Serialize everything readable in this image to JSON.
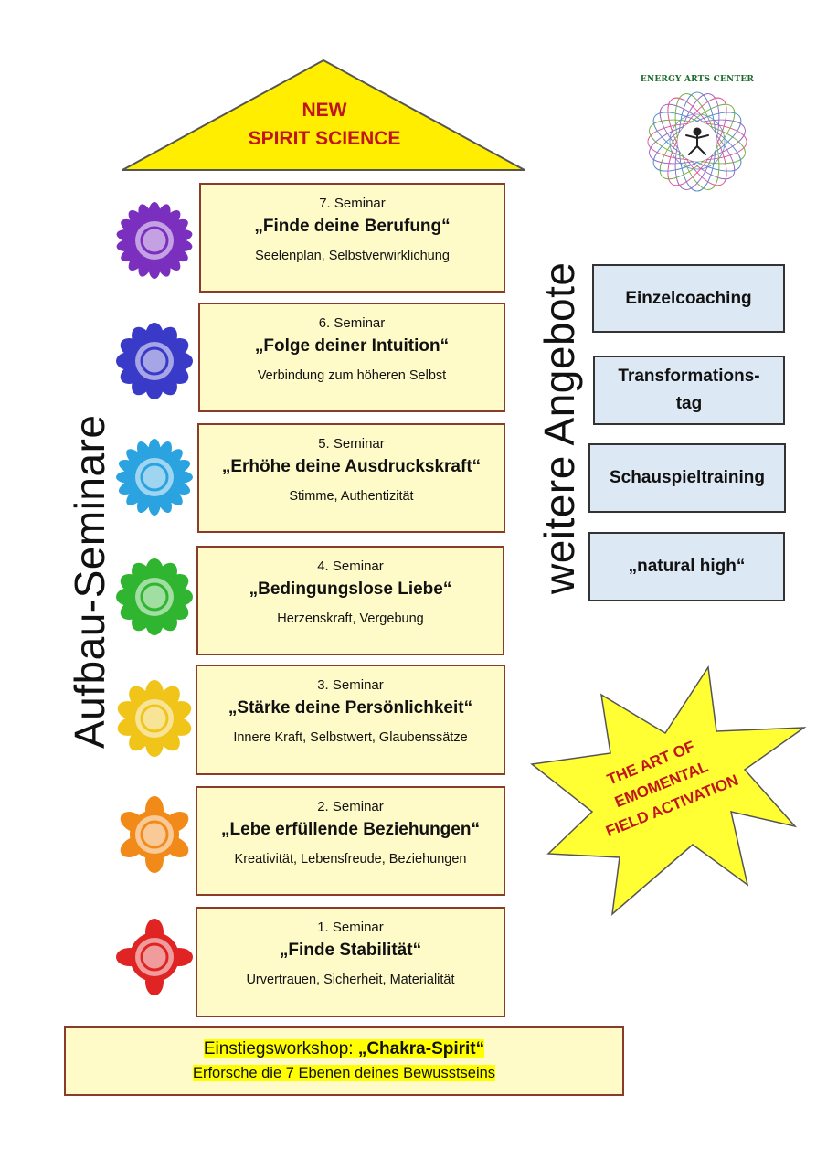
{
  "roof": {
    "line1": "NEW",
    "line2": "SPIRIT SCIENCE"
  },
  "logo": {
    "title": "ENERGY ARTS CENTER"
  },
  "left_label": "Aufbau-Seminare",
  "right_label": "weitere Angebote",
  "seminars": [
    {
      "num": "7. Seminar",
      "title": "„Finde deine Berufung“",
      "sub": "Seelenplan, Selbstverwirklichung",
      "color": "#7b2fbe"
    },
    {
      "num": "6. Seminar",
      "title": "„Folge deiner Intuition“",
      "sub": "Verbindung zum höheren Selbst",
      "color": "#3a3ac9"
    },
    {
      "num": "5. Seminar",
      "title": "„Erhöhe deine Ausdruckskraft“",
      "sub": "Stimme, Authentizität",
      "color": "#2aa3e0"
    },
    {
      "num": "4. Seminar",
      "title": "„Bedingungslose Liebe“",
      "sub": "Herzenskraft, Vergebung",
      "color": "#2fb52f"
    },
    {
      "num": "3. Seminar",
      "title": "„Stärke deine Persönlichkeit“",
      "sub": "Innere Kraft, Selbstwert, Glaubenssätze",
      "color": "#f0c419"
    },
    {
      "num": "2. Seminar",
      "title": "„Lebe erfüllende Beziehungen“",
      "sub": "Kreativität, Lebensfreude, Beziehungen",
      "color": "#f28a1a"
    },
    {
      "num": "1. Seminar",
      "title": "„Finde Stabilität“",
      "sub": "Urvertrauen, Sicherheit, Materialität",
      "color": "#e02424"
    }
  ],
  "entry": {
    "prefix": "Einstiegsworkshop: ",
    "name": "„Chakra-Spirit“",
    "sub": "Erforsche die 7 Ebenen deines Bewusstseins"
  },
  "offers": [
    "Einzelcoaching",
    "Transformations-\ntag",
    "Schauspieltraining",
    "„natural high“"
  ],
  "burst": {
    "line1": "THE ART OF",
    "line2": "EMOMENTAL",
    "line3": "FIELD ACTIVATION"
  },
  "colors": {
    "roof": "#ffee00",
    "box_fill": "#fffbc8",
    "box_border": "#8a3c2a",
    "offer_fill": "#dde8f5",
    "burst": "#ffff33",
    "accent_red": "#c0161b"
  }
}
